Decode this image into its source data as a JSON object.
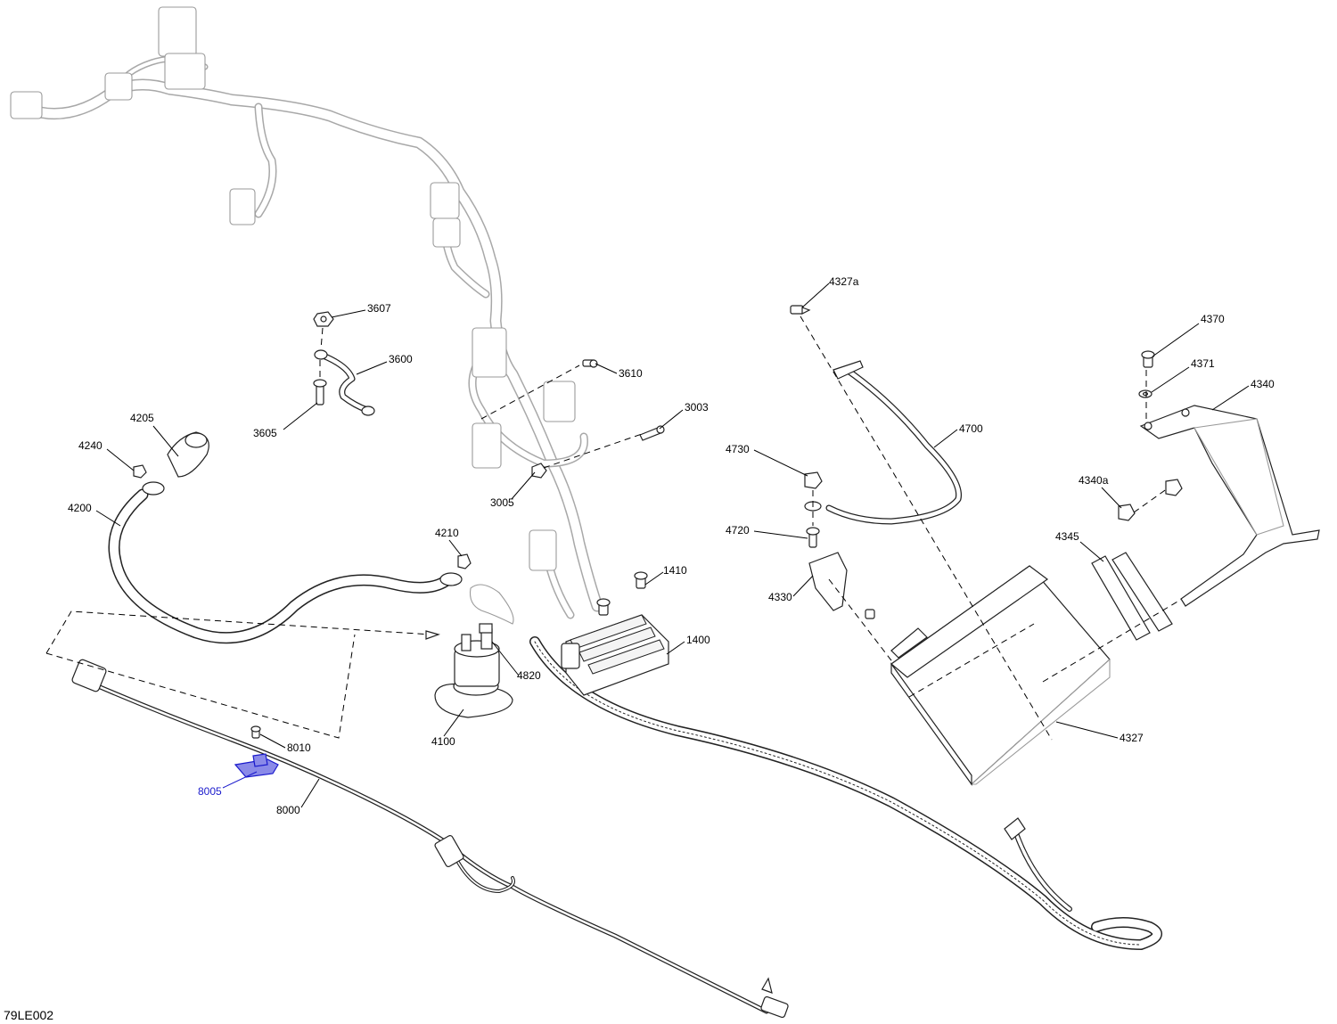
{
  "figure_code": "79LE002",
  "colors": {
    "line": "#222222",
    "highlight": "#1a1acc",
    "highlight_fill": "#8a8ae8",
    "ghost": "#a8a8a8"
  },
  "callouts": [
    {
      "id": "3607",
      "text": "3607"
    },
    {
      "id": "3600",
      "text": "3600"
    },
    {
      "id": "3605",
      "text": "3605"
    },
    {
      "id": "3610",
      "text": "3610"
    },
    {
      "id": "3003",
      "text": "3003"
    },
    {
      "id": "3005",
      "text": "3005"
    },
    {
      "id": "4205",
      "text": "4205"
    },
    {
      "id": "4240",
      "text": "4240"
    },
    {
      "id": "4200",
      "text": "4200"
    },
    {
      "id": "4210",
      "text": "4210"
    },
    {
      "id": "1410",
      "text": "1410"
    },
    {
      "id": "1400",
      "text": "1400"
    },
    {
      "id": "4820",
      "text": "4820"
    },
    {
      "id": "4100",
      "text": "4100"
    },
    {
      "id": "8010",
      "text": "8010"
    },
    {
      "id": "8005",
      "text": "8005",
      "highlighted": true
    },
    {
      "id": "8000",
      "text": "8000"
    },
    {
      "id": "4327a",
      "text": "4327a"
    },
    {
      "id": "4700",
      "text": "4700"
    },
    {
      "id": "4730",
      "text": "4730"
    },
    {
      "id": "4720",
      "text": "4720"
    },
    {
      "id": "4330",
      "text": "4330"
    },
    {
      "id": "4327",
      "text": "4327"
    },
    {
      "id": "4370",
      "text": "4370"
    },
    {
      "id": "4371",
      "text": "4371"
    },
    {
      "id": "4340",
      "text": "4340"
    },
    {
      "id": "4340a",
      "text": "4340a"
    },
    {
      "id": "4345",
      "text": "4345"
    }
  ]
}
